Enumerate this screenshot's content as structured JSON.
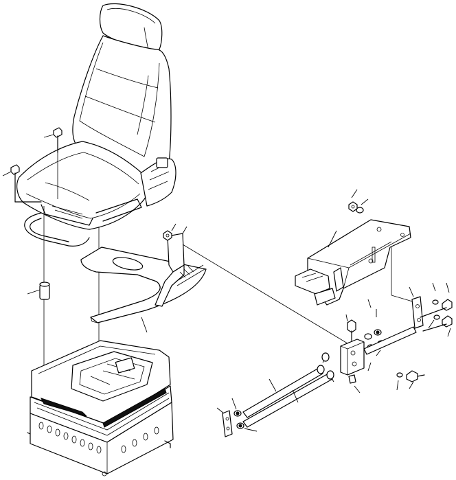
{
  "figure": {
    "background": "#ffffff",
    "ink": "#000000",
    "parts": [
      "seat-assembly",
      "seat-mount-bolt-upper",
      "seat-mount-bolt-left",
      "spacer-collar",
      "seat-plate",
      "suspension-base",
      "bracket-assembly",
      "adjuster-block",
      "slide-rod-upper",
      "slide-rod-lower",
      "end-plate-right",
      "end-plate-left"
    ]
  }
}
